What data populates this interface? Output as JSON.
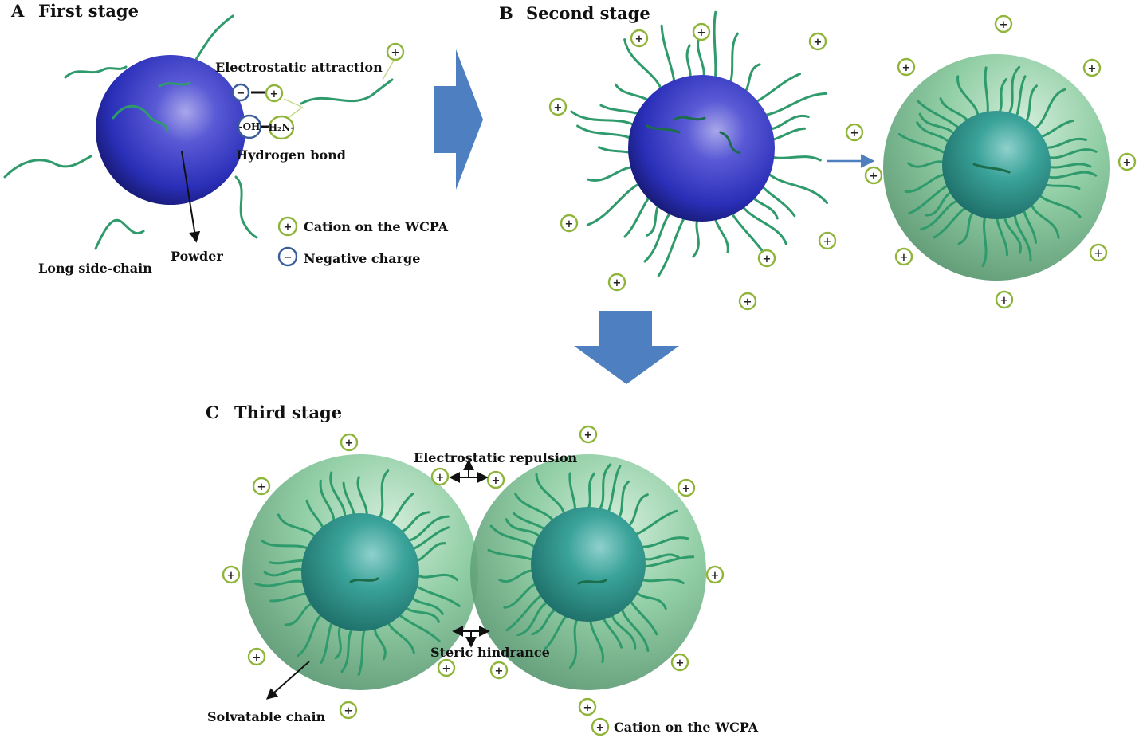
{
  "stages": {
    "a": {
      "letter": "A",
      "title": "First stage"
    },
    "b": {
      "letter": "B",
      "title": "Second stage"
    },
    "c": {
      "letter": "C",
      "title": "Third stage"
    }
  },
  "labels": {
    "electrostatic_attraction": "Electrostatic attraction",
    "hydrogen_bond": "Hydrogen bond",
    "hydroxyl": "-OH",
    "amine": "H₂N-",
    "long_side_chain": "Long side-chain",
    "powder": "Powder",
    "electrostatic_repulsion": "Electrostatic repulsion",
    "steric_hindrance": "Steric hindrance",
    "solvatable_chain": "Solvatable chain"
  },
  "legend": {
    "cation": "Cation on the WCPA",
    "negative": "Negative charge",
    "cation_bottom": "Cation on the WCPA"
  },
  "symbols": {
    "plus": "+",
    "minus": "−"
  },
  "colors": {
    "powder": "#2a2fb8",
    "shell": "#6fbf8a",
    "core": "#2f9a8a",
    "chain": "#2f9a6c",
    "cation_ring": "#8fb43a",
    "negative_ring": "#3a5d9a",
    "stage_arrow": "#4e7fc0"
  }
}
